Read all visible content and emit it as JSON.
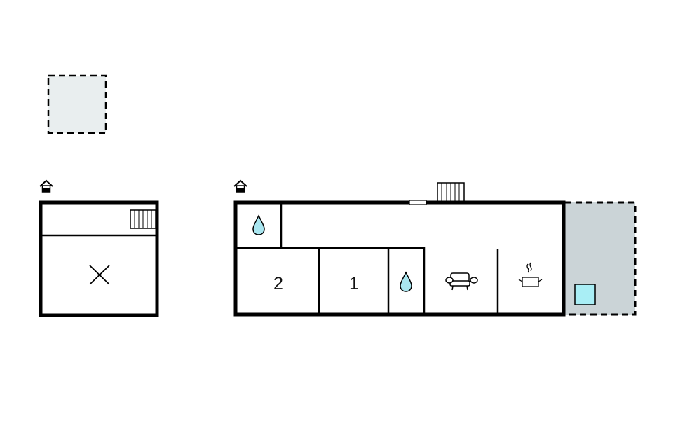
{
  "floorplan": {
    "outdoor_area_top": {
      "fill": "#e9eeef"
    },
    "building_left": {
      "entry_icon": "entrance-icon",
      "stairs_icon": "stairs-icon",
      "room_marker": "x-cross-icon"
    },
    "building_main": {
      "entry_icon": "entrance-icon",
      "rooms": [
        {
          "name": "bathroom-top",
          "icon": "water-drop-icon"
        },
        {
          "name": "bedroom-2",
          "label": "2"
        },
        {
          "name": "bedroom-1",
          "label": "1"
        },
        {
          "name": "bathroom-bottom",
          "icon": "water-drop-icon"
        },
        {
          "name": "living-room",
          "icon": "sofa-icon"
        },
        {
          "name": "kitchen",
          "icon": "cooking-pot-icon"
        }
      ],
      "stairs_icon": "stairs-icon",
      "window_icon": "window-icon"
    },
    "terrace": {
      "fill": "#cbd4d7",
      "icon": "pool-icon",
      "icon_fill": "#a9eef5"
    },
    "colors": {
      "wall": "#000000",
      "water": "#a9e6f0"
    }
  }
}
